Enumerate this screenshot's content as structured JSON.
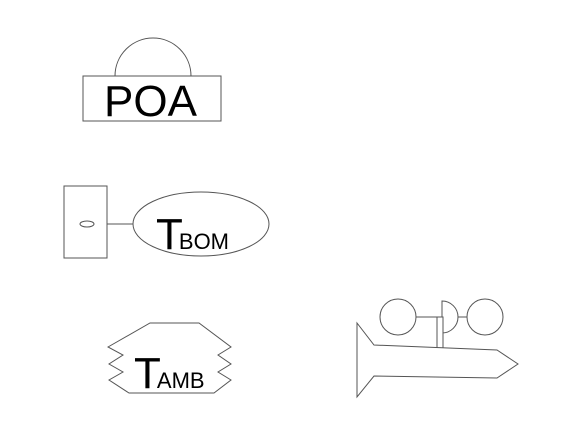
{
  "symbols": {
    "poa": {
      "label": "POA"
    },
    "tbom": {
      "main": "T",
      "sub": "BOM"
    },
    "tamb": {
      "main": "T",
      "sub": "AMB"
    }
  },
  "colors": {
    "line": "#555555",
    "text": "#000000",
    "background": "#ffffff"
  }
}
